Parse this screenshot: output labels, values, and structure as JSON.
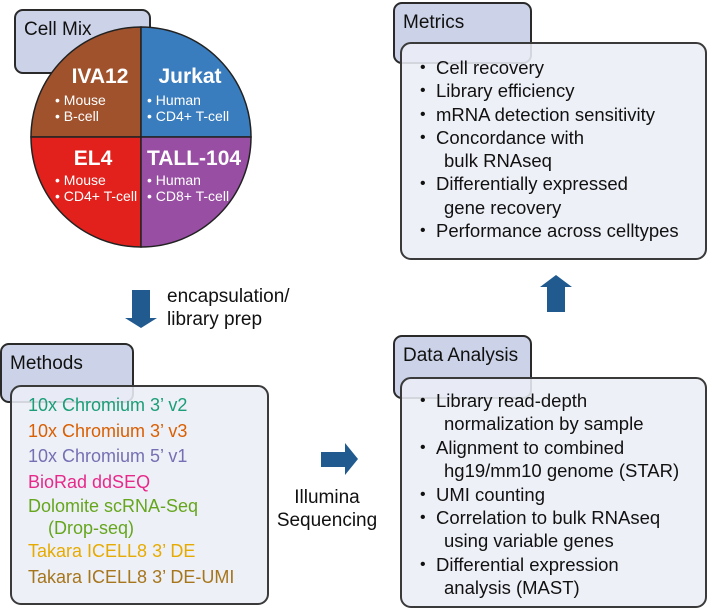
{
  "cell_mix": {
    "title": "Cell Mix",
    "quadrants": [
      {
        "name": "IVA12",
        "species": "• Mouse",
        "type": "• B-cell",
        "color": "#a0522d"
      },
      {
        "name": "Jurkat",
        "species": "• Human",
        "type": "• CD4+ T-cell",
        "color": "#3a7dbf"
      },
      {
        "name": "EL4",
        "species": "• Mouse",
        "type": "• CD4+ T-cell",
        "color": "#e2211c"
      },
      {
        "name": "TALL-104",
        "species": "• Human",
        "type": "• CD8+ T-cell",
        "color": "#984ea3"
      }
    ]
  },
  "arrows": {
    "encapsulation_label_1": "encapsulation/",
    "encapsulation_label_2": "library prep",
    "sequencing_label_1": "Illumina",
    "sequencing_label_2": "Sequencing",
    "color": "#205a8f"
  },
  "methods": {
    "title": "Methods",
    "items": [
      {
        "label": "10x Chromium 3’ v2",
        "color": "#1b9e77"
      },
      {
        "label": "10x Chromium 3’ v3",
        "color": "#d95f02"
      },
      {
        "label": "10x Chromium 5’ v1",
        "color": "#7570b3"
      },
      {
        "label": "BioRad ddSEQ",
        "color": "#e7298a"
      },
      {
        "label": "Dolomite scRNA-Seq",
        "color": "#66a61e"
      },
      {
        "label": "(Drop-seq)",
        "color": "#66a61e"
      },
      {
        "label": "Takara ICELL8 3’ DE",
        "color": "#e6ab02"
      },
      {
        "label": "Takara ICELL8 3’ DE-UMI",
        "color": "#a6761d"
      }
    ]
  },
  "metrics": {
    "title": "Metrics",
    "items": [
      [
        "Cell recovery"
      ],
      [
        "Library efficiency"
      ],
      [
        "mRNA detection sensitivity"
      ],
      [
        "Concordance with",
        "bulk RNAseq"
      ],
      [
        "Differentially expressed",
        "gene recovery"
      ],
      [
        "Performance across celltypes"
      ]
    ]
  },
  "data_analysis": {
    "title": "Data Analysis",
    "items": [
      [
        "Library read-depth",
        "normalization by sample"
      ],
      [
        "Alignment to combined",
        "hg19/mm10 genome (STAR)"
      ],
      [
        "UMI counting"
      ],
      [
        "Correlation to bulk RNAseq",
        "using variable genes"
      ],
      [
        "Differential expression",
        "analysis (MAST)"
      ]
    ]
  }
}
